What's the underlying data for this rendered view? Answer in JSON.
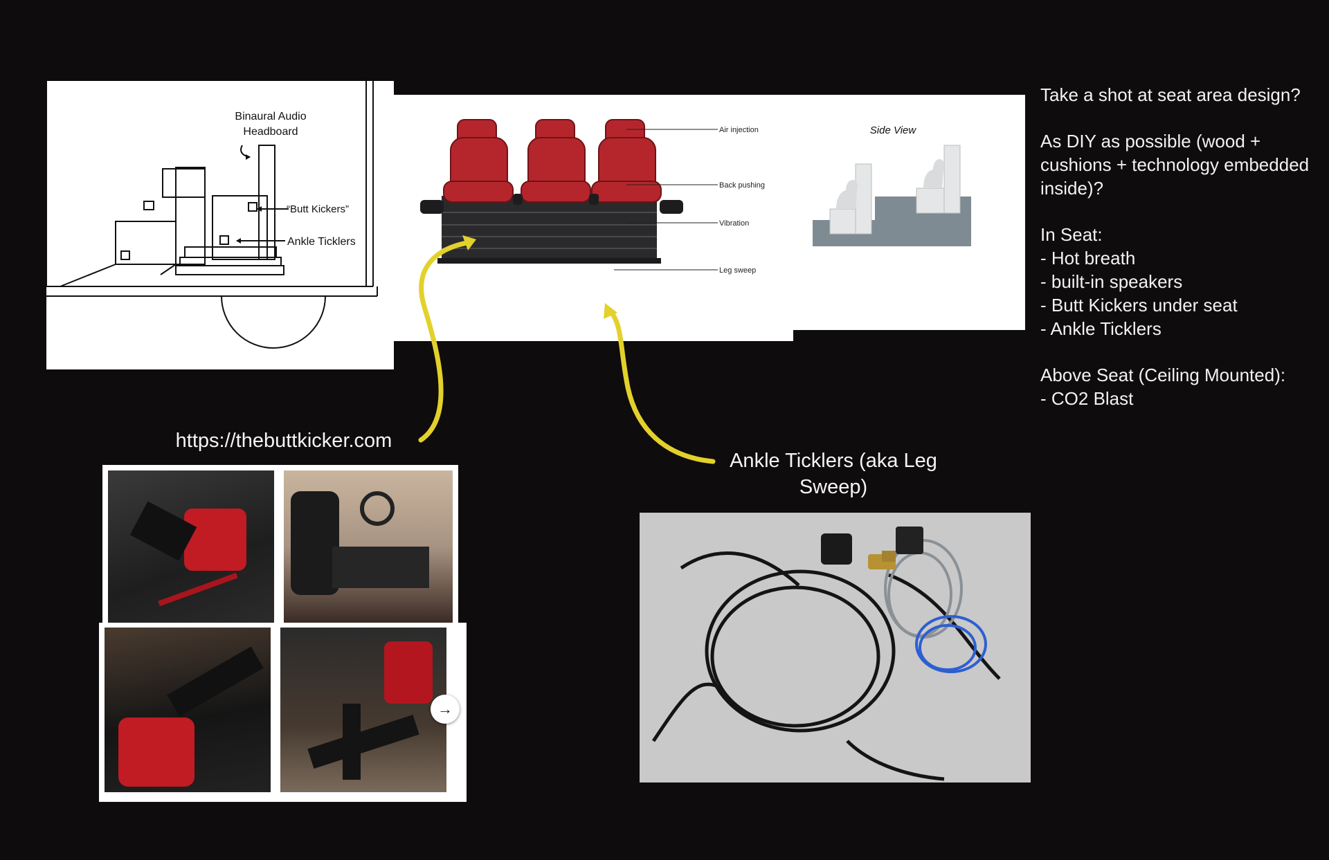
{
  "sketch": {
    "headboard_label_1": "Binaural Audio",
    "headboard_label_2": "Headboard",
    "butt_kickers_label": "“Butt Kickers”",
    "ankle_ticklers_label": "Ankle Ticklers"
  },
  "chairs": {
    "air_injection": "Air injection",
    "back_pushing": "Back pushing",
    "vibration": "Vibration",
    "leg_sweep": "Leg sweep",
    "side_view": "Side View"
  },
  "notes": {
    "question": "Take a shot at seat area design?",
    "diy": "As DIY as possible (wood + cushions + technology embedded inside)?",
    "in_seat_heading": "In Seat:",
    "in_seat_items": [
      "- Hot breath",
      "- built-in speakers",
      "- Butt Kickers under seat",
      "- Ankle Ticklers"
    ],
    "above_seat_heading": "Above Seat (Ceiling Mounted):",
    "above_seat_items": [
      "- CO2 Blast"
    ]
  },
  "captions": {
    "buttkicker_url": "https://thebuttkicker.com",
    "ankle_ticklers_1": "Ankle Ticklers (aka Leg",
    "ankle_ticklers_2": "Sweep)"
  },
  "gallery": {
    "next_icon": "→"
  },
  "colors": {
    "background": "#0e0c0d",
    "arrow_yellow": "#e3d12b",
    "seat_red": "#b5262c",
    "side_view_base": "#7f8b92"
  }
}
